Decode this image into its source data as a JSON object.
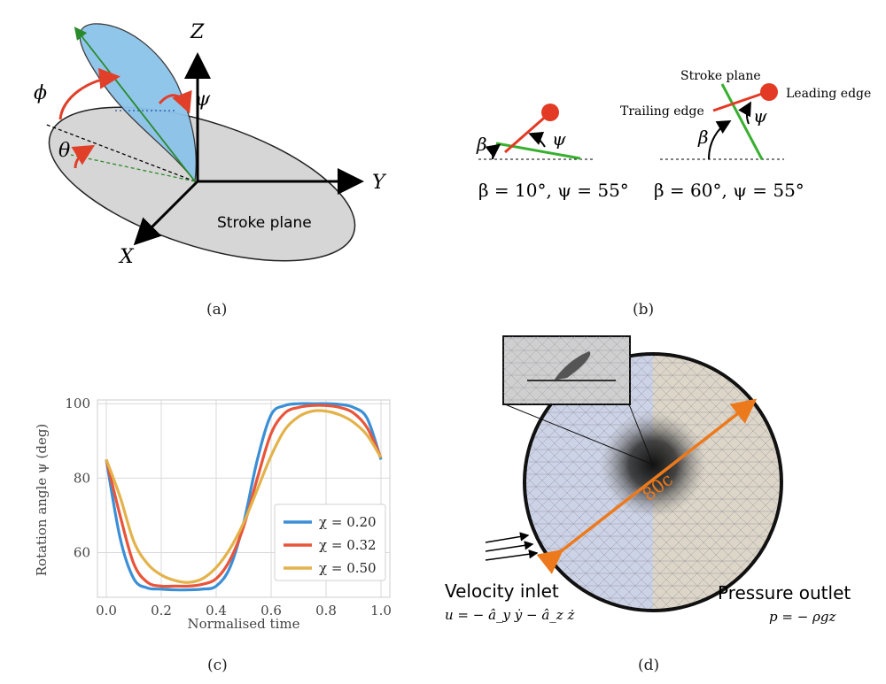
{
  "captions": {
    "a": "(a)",
    "b": "(b)",
    "c": "(c)",
    "d": "(d)"
  },
  "panel_a": {
    "axis_z": "Z",
    "axis_y": "Y",
    "axis_x": "X",
    "phi": "ϕ",
    "theta": "θ",
    "psi": "ψ",
    "stroke_plane": "Stroke plane",
    "colors": {
      "wing": "#8cc3ea",
      "plane": "#d6d6d6",
      "arc": "#e0402a",
      "mid": "#2a8a2a"
    }
  },
  "panel_b": {
    "beta": "β",
    "psi": "ψ",
    "left_eq": "β = 10°, ψ = 55°",
    "right_eq": "β = 60°, ψ = 55°",
    "stroke_plane": "Stroke plane",
    "leading_edge": "Leading edge",
    "trailing_edge": "Trailing edge",
    "colors": {
      "chord": "#e23a24",
      "plane": "#38b02f"
    }
  },
  "panel_c": {
    "chart_data": {
      "type": "line",
      "xlabel": "Normalised time",
      "ylabel": "Rotation angle ψ (deg)",
      "xlim": [
        0,
        1
      ],
      "ylim": [
        48,
        101
      ],
      "xticks": [
        "0.0",
        "0.2",
        "0.4",
        "0.6",
        "0.8",
        "1.0"
      ],
      "yticks": [
        "60",
        "80",
        "100"
      ],
      "grid": true,
      "legend": "center-right",
      "x": [
        0,
        0.05,
        0.1,
        0.15,
        0.2,
        0.25,
        0.3,
        0.35,
        0.4,
        0.45,
        0.5,
        0.55,
        0.6,
        0.65,
        0.7,
        0.75,
        0.8,
        0.85,
        0.9,
        0.95,
        1.0
      ],
      "series": [
        {
          "name": "χ = 0.20",
          "color": "#3b8fd6",
          "values": [
            85,
            64,
            53,
            50.5,
            50.2,
            50,
            50,
            50.2,
            51,
            56,
            68,
            85,
            97,
            99.5,
            100,
            100,
            100,
            99.8,
            99,
            96,
            85
          ]
        },
        {
          "name": "χ = 0.32",
          "color": "#e8553a",
          "values": [
            85,
            70,
            57,
            52,
            51,
            51,
            51,
            51.5,
            53,
            58,
            67,
            80,
            92,
            97.5,
            99,
            99.5,
            99.5,
            99,
            97.5,
            93.5,
            85.5
          ]
        },
        {
          "name": "χ = 0.50",
          "color": "#e3b24a",
          "values": [
            85,
            75,
            63,
            57,
            54,
            52.5,
            52,
            53,
            56,
            61,
            68,
            77,
            86,
            93,
            96.5,
            98,
            98,
            97,
            95,
            91.5,
            85.5
          ]
        }
      ]
    }
  },
  "panel_d": {
    "diameter_label": "80c",
    "velocity_inlet": "Velocity inlet",
    "velocity_eq": "u = − â_y ẏ − â_z ż",
    "pressure_outlet": "Pressure outlet",
    "pressure_eq": "p = − ρgz",
    "colors": {
      "left_half": "#cdd3e6",
      "right_half": "#ddd6c8",
      "arrow": "#ec7a1c"
    }
  }
}
